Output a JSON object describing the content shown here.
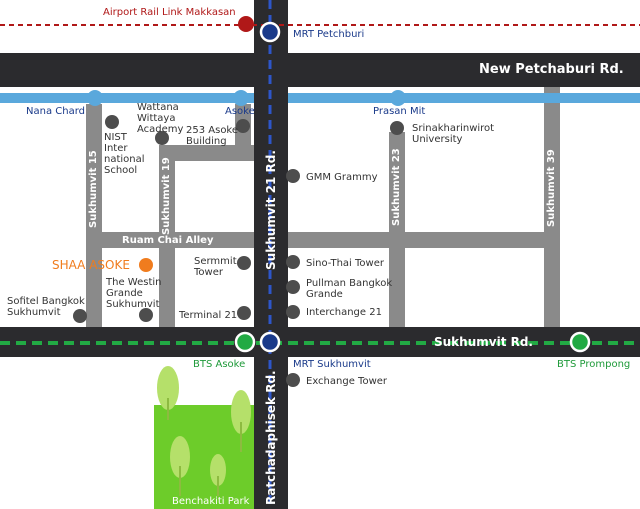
{
  "roads": {
    "new_petchaburi": "New Petchaburi Rd.",
    "sukhumvit": "Sukhumvit Rd.",
    "ruam_chai": "Ruam Chai Alley",
    "sukhumvit15": "Sukhumvit 15",
    "sukhumvit19": "Sukhumvit 19",
    "sukhumvit21": "Sukhumvit 21 Rd.",
    "sukhumvit23": "Sukhumvit 23",
    "sukhumvit39": "Sukhumvit 39",
    "ratchadaphisek": "Ratchadaphisek Rd."
  },
  "stations": {
    "airport_rail_link": "Airport Rail Link Makkasan",
    "mrt_petchburi": "MRT Petchburi",
    "nana_chard": "Nana Chard",
    "asoke": "Asoke",
    "prasan_mit": "Prasan Mit",
    "bts_asoke": "BTS Asoke",
    "mrt_sukhumvit": "MRT Sukhumvit",
    "bts_prompong": "BTS Prompong"
  },
  "places": {
    "wattana_1": "Wattana",
    "wattana_2": "Wittaya",
    "wattana_3": "Academy",
    "nist_1": "NIST",
    "nist_2": "Inter",
    "nist_3": "national",
    "nist_4": "School",
    "asoke253_1": "253 Asoke",
    "asoke253_2": "Building",
    "swu_1": "Srinakharinwirot",
    "swu_2": "University",
    "gmm": "GMM Grammy",
    "shaa_asoke": "SHAA ASOKE",
    "sermmit_1": "Sermmit",
    "sermmit_2": "Tower",
    "sino_thai": "Sino-Thai Tower",
    "pullman_1": "Pullman Bangkok",
    "pullman_2": "Grande",
    "westin_1": "The Westin",
    "westin_2": "Grande",
    "westin_3": "Sukhumvit",
    "sofitel_1": "Sofitel Bangkok",
    "sofitel_2": "Sukhumvit",
    "terminal21": "Terminal 21",
    "interchange21": "Interchange 21",
    "exchange_tower": "Exchange Tower",
    "benchakiti_park": "Benchakiti Park"
  },
  "colors": {
    "road": "#2b2b2e",
    "soi": "#8a8a8a",
    "arl_line": "#b01818",
    "airport_blue_line": "#5aa8dc",
    "bts_line": "#22aa44",
    "mrt_line": "#1a3a8a",
    "highlight": "#f07c1e",
    "park": "#6dcc2a"
  }
}
